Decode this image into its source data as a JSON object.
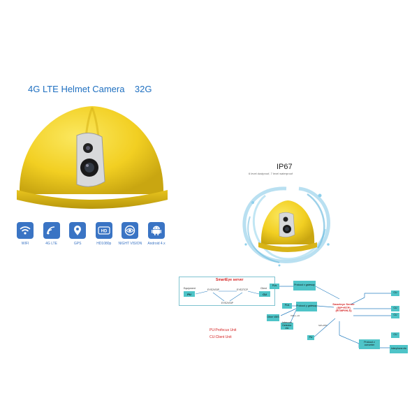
{
  "title": "4G LTE Helmet Camera    32G",
  "features": [
    {
      "label": "WIFI",
      "icon": "wifi-icon"
    },
    {
      "label": "4G LTE",
      "icon": "signal-icon"
    },
    {
      "label": "GPS",
      "icon": "location-pin-icon"
    },
    {
      "label": "HD1080p",
      "icon": "hd-icon"
    },
    {
      "label": "NIGHT VISION",
      "icon": "night-vision-icon"
    },
    {
      "label": "Android 4.x",
      "icon": "android-icon"
    }
  ],
  "ip67": {
    "title": "IP67",
    "subtitle": "6 level dustproof, 7 level waterproof"
  },
  "diagram": {
    "title": "SmartEye server",
    "equipment_label": "Equipment",
    "pu": "PU",
    "client_label": "Client",
    "cu": "CU",
    "proto_a": "EYE2VSIP",
    "proto_b": "EYE2TCP",
    "proto_c": "EYE2VSIP",
    "legend_pu": "PU:Profocus Unit",
    "legend_cu": "CU:Client Unit"
  },
  "network": {
    "pu_1": "PUs",
    "gateway_1": "Protocol x gateway",
    "pu_2": "PUs",
    "gateway_2": "Protocol y gateway",
    "server": "Smarteye Server (SIP+RTP) (RTMP/HLS)",
    "pu_3": "PU",
    "converter": "Protocol z converter",
    "thirdparty": "Other VMS",
    "device": "Intercom Detector etc",
    "cu_1": "CU",
    "cu_2": "CU",
    "cu_3": "CU",
    "cu_4": "CU",
    "misc": "Interphone etc",
    "sip_rtp": "SIP+RTP",
    "video_link": "Video, etc"
  },
  "colors": {
    "title": "#1e6fc0",
    "helmet": "#f5d52a",
    "icon_bg": "#3a74c4",
    "diagram_box": "#4ec4c8",
    "diagram_red": "#d42020"
  }
}
